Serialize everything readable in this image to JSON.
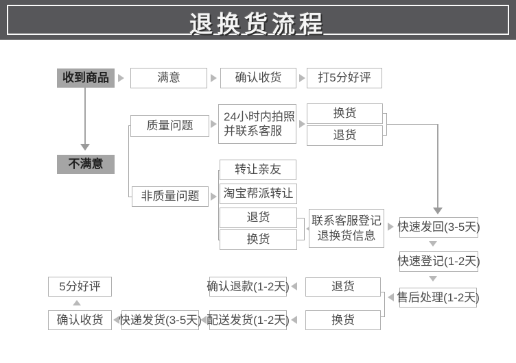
{
  "title": "退换货流程",
  "colors": {
    "banner_bg": "#57575a",
    "banner_border": "#fbfbfb",
    "banner_text": "#f5f5f5",
    "box_border": "#b0b0b0",
    "box_text": "#4a4a4a",
    "gray_box_bg": "#a5a5a5",
    "gray_box_text": "#1e1e1e",
    "connector": "#a3a3a3",
    "arrow": "#b9b9b9"
  },
  "nodes": {
    "received": "收到商品",
    "satisfied": "满意",
    "confirm_receipt_top": "确认收货",
    "five_star_top": "打5分好评",
    "unsatisfied": "不满意",
    "quality_issue": "质量问题",
    "photo_24h_line1": "24小时内拍照",
    "photo_24h_line2": "并联系客服",
    "exchange_top": "换货",
    "return_top": "退货",
    "non_quality": "非质量问题",
    "transfer_friends": "转让亲友",
    "taobao_transfer": "淘宝帮派转让",
    "return_mid": "退货",
    "exchange_mid": "换货",
    "contact_cs_line1": "联系客服登记",
    "contact_cs_line2": "退换货信息",
    "fast_return": "快速发回(3-5天)",
    "fast_register": "快速登记(1-2天)",
    "aftersale": "售后处理(1-2天)",
    "confirm_refund": "确认退款(1-2天)",
    "return_bottom": "退货",
    "five_star_bottom": "5分好评",
    "confirm_receipt_bottom": "确认收货",
    "express_ship": "快递发货(3-5天)",
    "delivery_ship": "配送发货(1-2天)",
    "exchange_bottom": "换货"
  }
}
